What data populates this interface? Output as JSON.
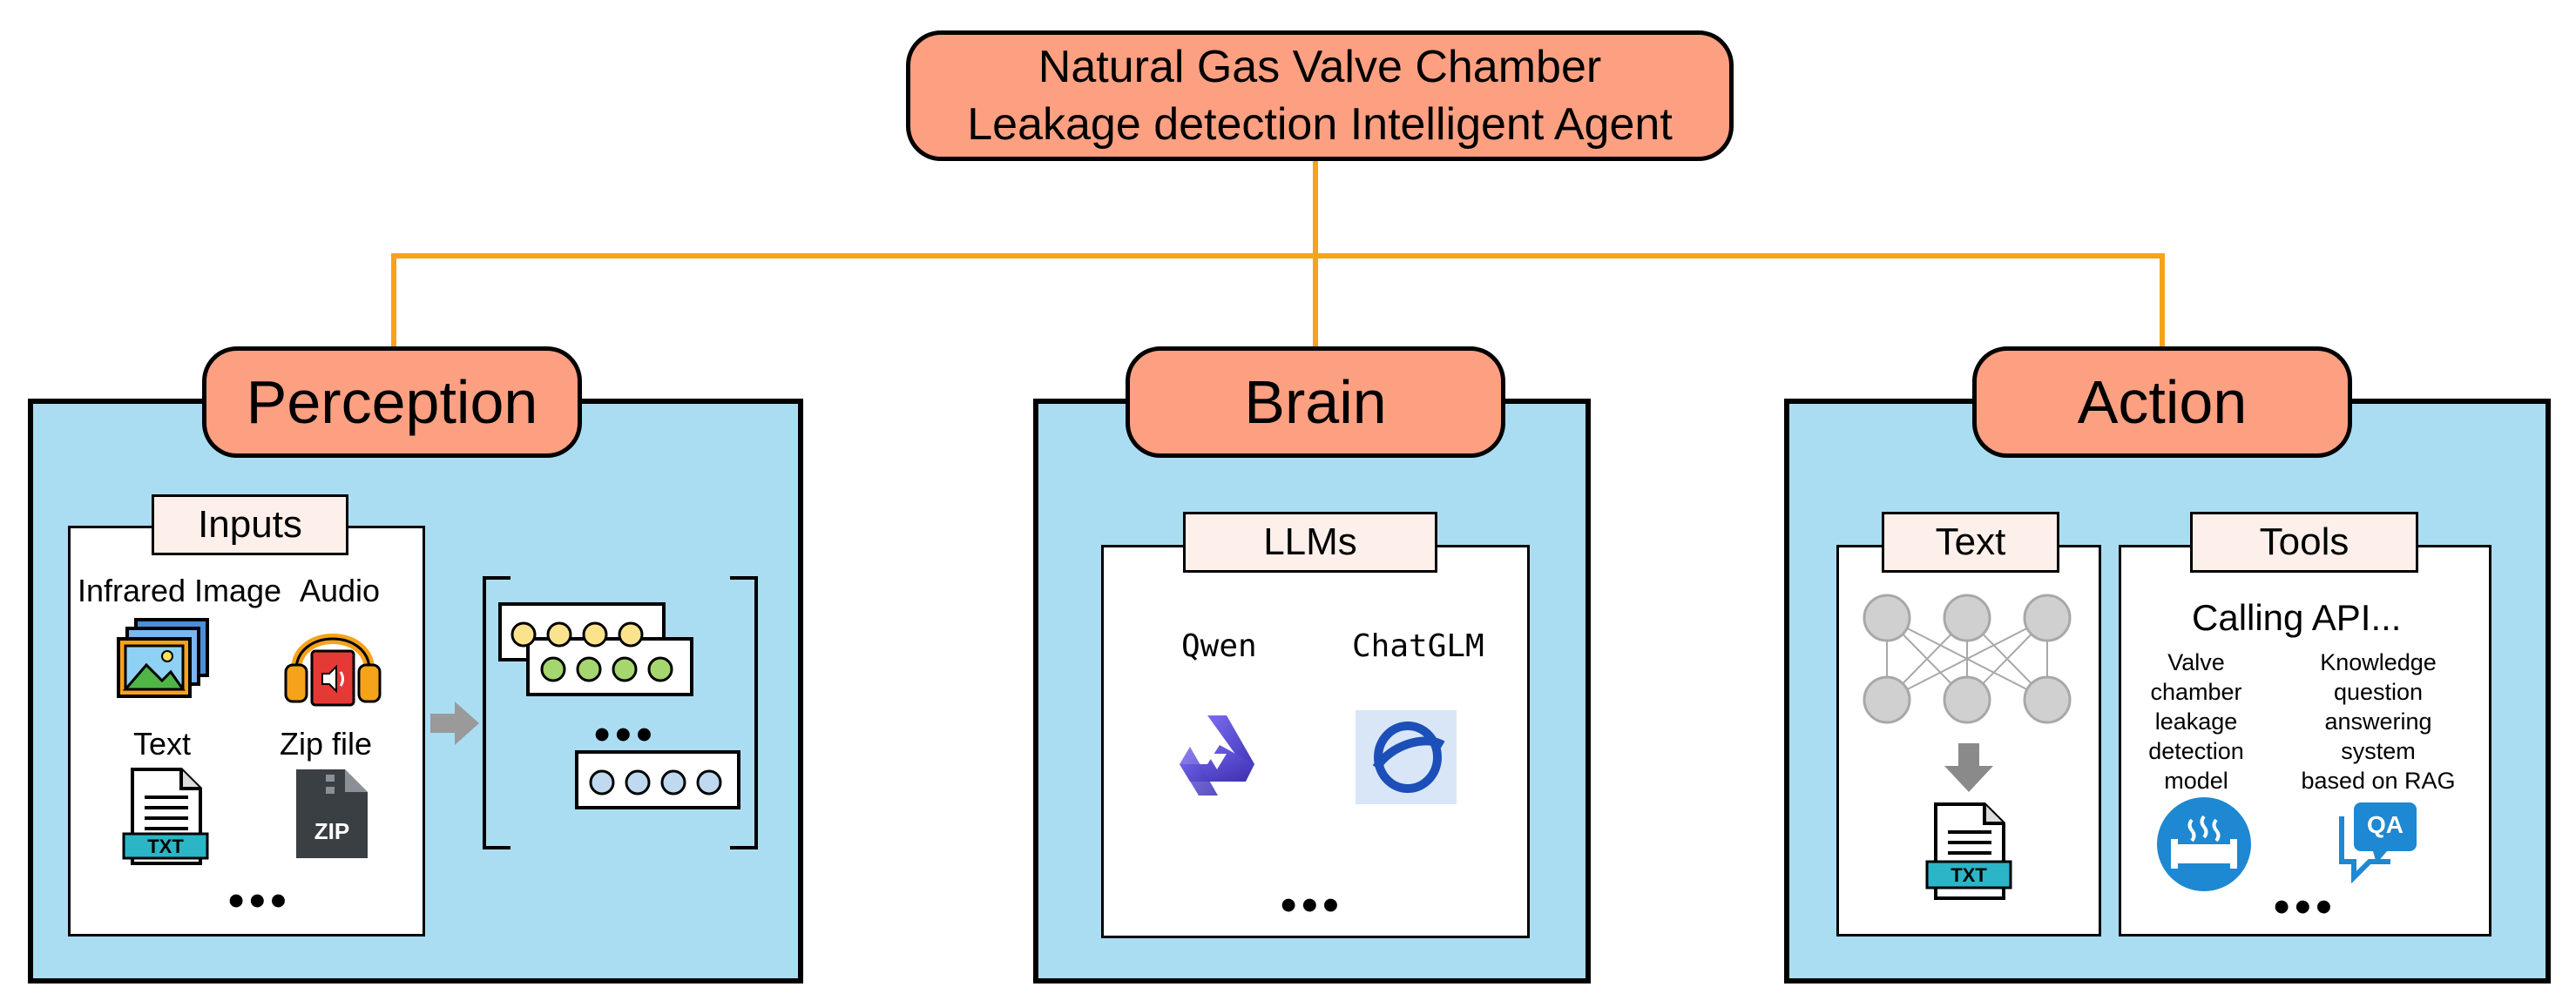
{
  "title": {
    "line1": "Natural Gas Valve Chamber",
    "line2": "Leakage detection Intelligent Agent"
  },
  "perception": {
    "heading": "Perception",
    "inputs_tag": "Inputs",
    "items": {
      "infrared": "Infrared Image",
      "audio": "Audio",
      "text": "Text",
      "zip": "Zip file"
    },
    "txt_badge": "TXT",
    "zip_badge": "ZIP",
    "dots": "•••",
    "stack_dots": "•••"
  },
  "brain": {
    "heading": "Brain",
    "llms_tag": "LLMs",
    "models": {
      "qwen": "Qwen",
      "chatglm": "ChatGLM"
    },
    "dots": "•••"
  },
  "action": {
    "heading": "Action",
    "text_tag": "Text",
    "tools_tag": "Tools",
    "txt_badge": "TXT",
    "calling": "Calling API...",
    "tool1": [
      "Valve",
      "chamber",
      "leakage",
      "detection",
      "model"
    ],
    "tool2": [
      "Knowledge",
      "question",
      "answering",
      "system",
      "based on RAG"
    ],
    "qa_badge": "QA",
    "dots": "•••"
  },
  "colors": {
    "accent": "#FDA082",
    "panel": "#ABDDF2",
    "connector": "#F5A31A",
    "tag": "#FDF0EA"
  }
}
